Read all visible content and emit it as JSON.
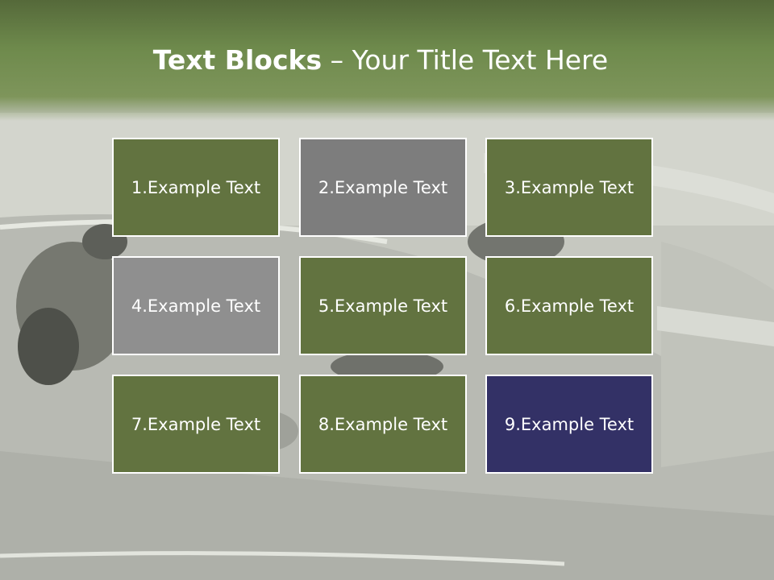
{
  "title": {
    "bold": "Text Blocks",
    "dash": " – ",
    "rest": "Your Title Text Here"
  },
  "colors": {
    "header_green": "#6e8a4c",
    "block_green": "#627340",
    "block_gray_dark": "#7d7d7d",
    "block_gray_light": "#8f8f8f",
    "block_navy": "#333166"
  },
  "blocks": [
    {
      "label": "1.Example Text",
      "color": "#627340"
    },
    {
      "label": "2.Example Text",
      "color": "#7d7d7d"
    },
    {
      "label": "3.Example Text",
      "color": "#627340"
    },
    {
      "label": "4.Example Text",
      "color": "#8f8f8f"
    },
    {
      "label": "5.Example Text",
      "color": "#627340"
    },
    {
      "label": "6.Example Text",
      "color": "#627340"
    },
    {
      "label": "7.Example Text",
      "color": "#627340"
    },
    {
      "label": "8.Example Text",
      "color": "#627340"
    },
    {
      "label": "9.Example Text",
      "color": "#333166"
    }
  ]
}
